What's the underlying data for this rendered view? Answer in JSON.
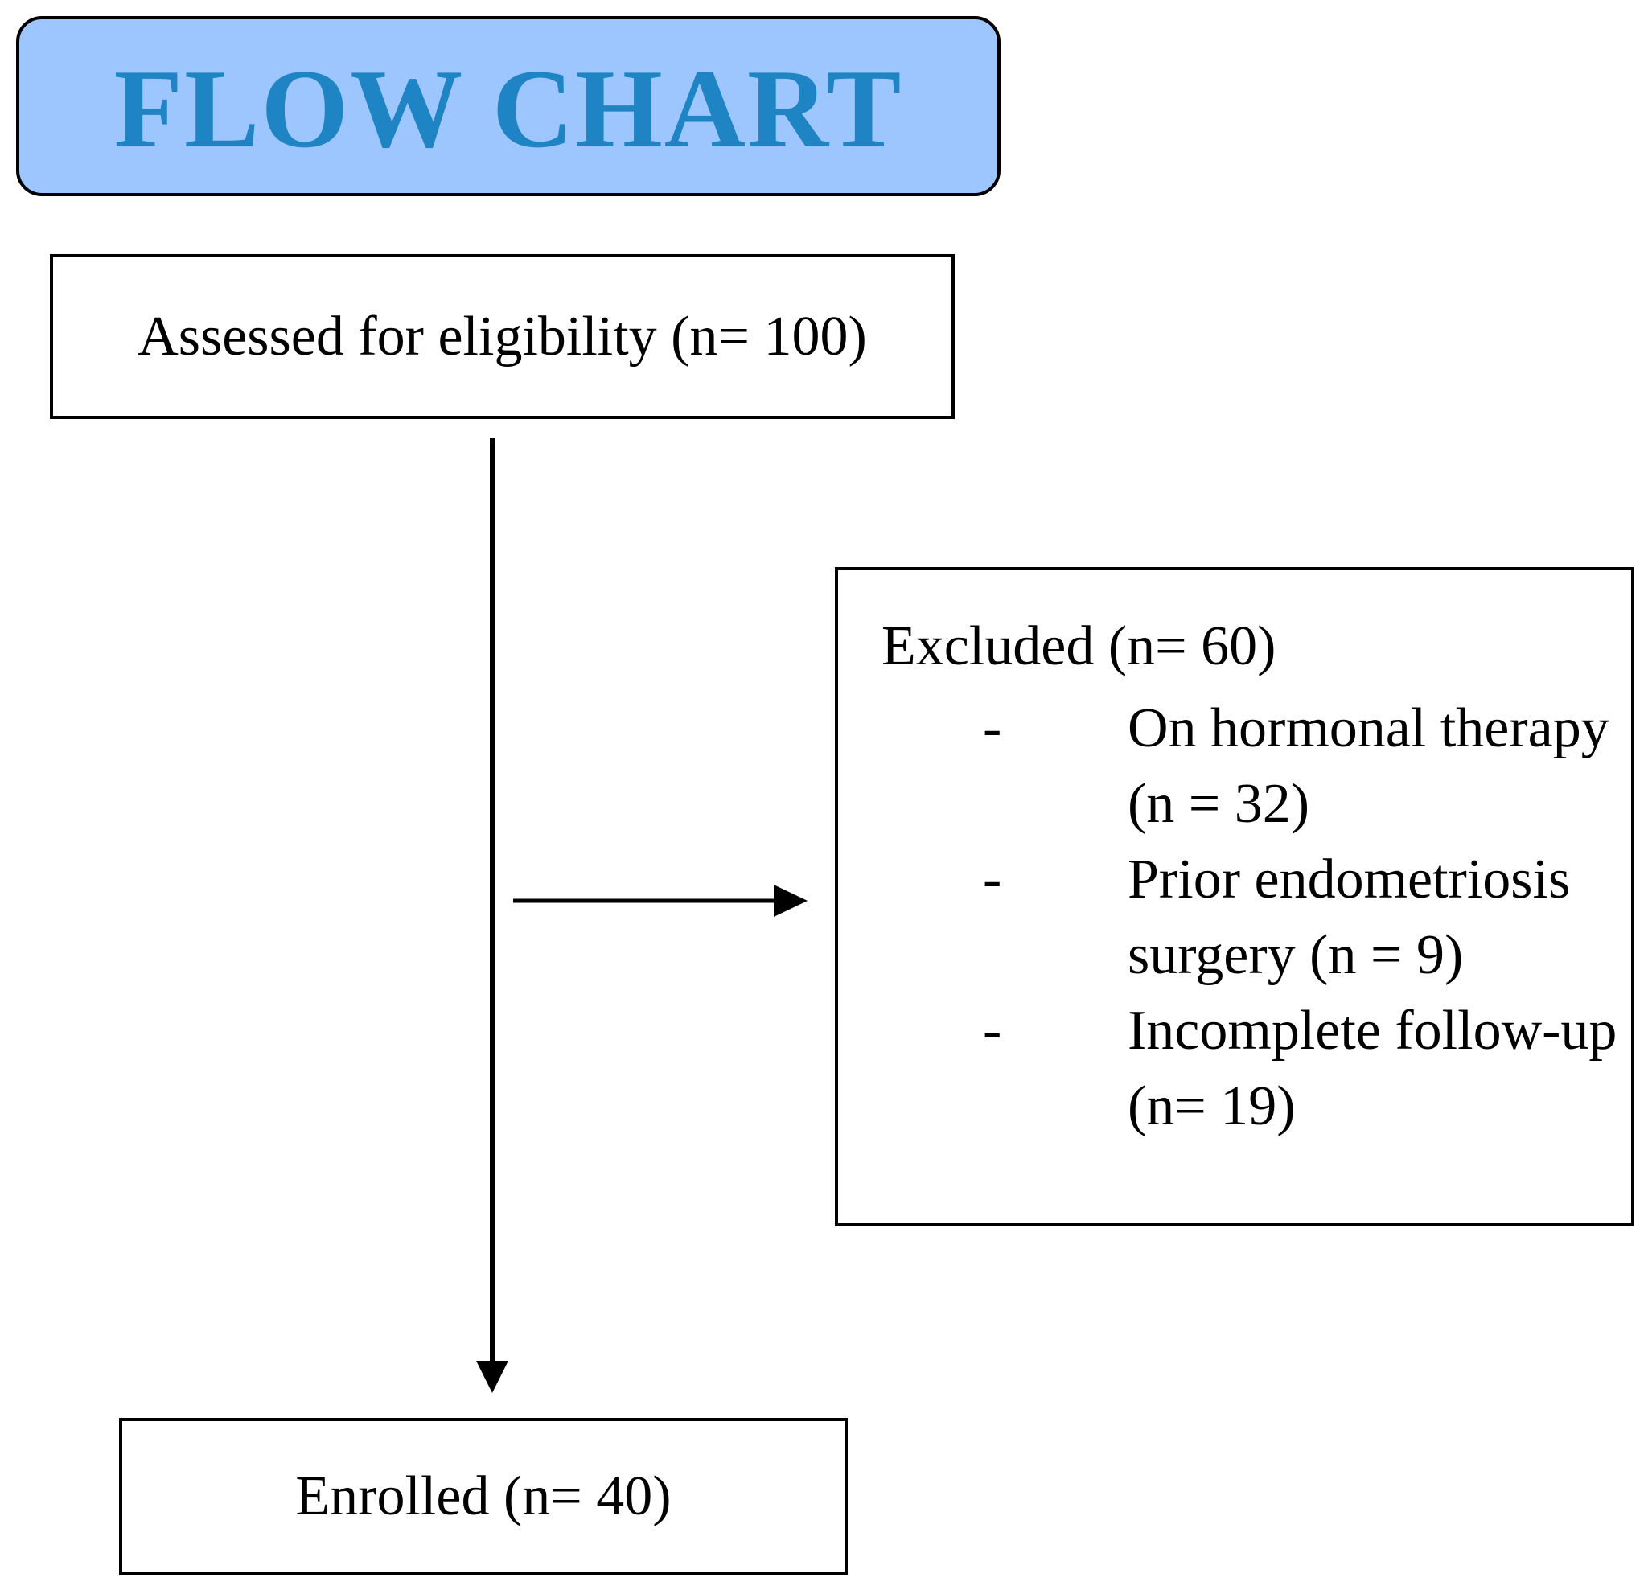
{
  "colors": {
    "header_fill": "#9DC6FF",
    "header_text": "#1F84C4",
    "line": "#000000",
    "box_border": "#000000"
  },
  "header": {
    "title": "FLOW CHART"
  },
  "nodes": {
    "assessed": {
      "label": "Assessed for eligibility (n= 100)"
    },
    "excluded": {
      "heading": "Excluded (n= 60)",
      "items": [
        {
          "bullet": "-",
          "text": "On hormonal therapy (n = 32)"
        },
        {
          "bullet": "-",
          "text": "Prior endometriosis surgery (n = 9)"
        },
        {
          "bullet": "-",
          "text": "Incomplete follow-up (n= 19)"
        }
      ]
    },
    "enrolled": {
      "label": "Enrolled (n= 40)"
    }
  },
  "edges": [
    {
      "from": "assessed",
      "to": "enrolled"
    },
    {
      "from": "assessed",
      "to": "excluded"
    }
  ]
}
